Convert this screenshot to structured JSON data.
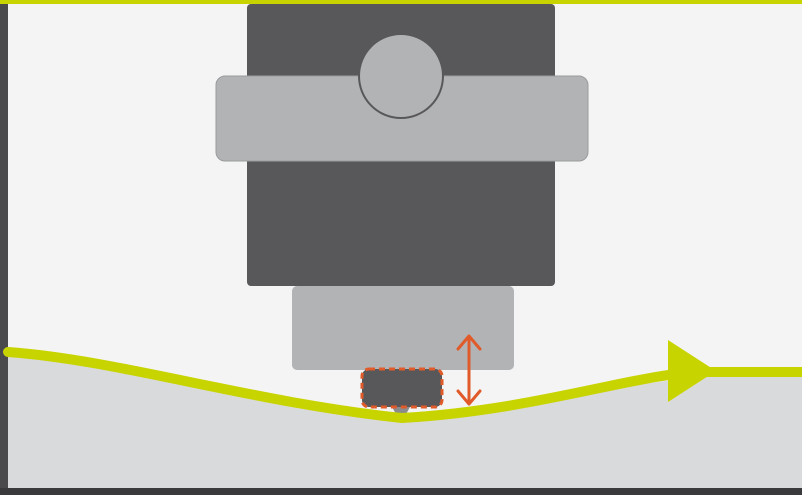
{
  "diagram": {
    "colors": {
      "background": "#f4f4f4",
      "frame_left": "#4a4a4c",
      "frame_bottom": "#3a3a3c",
      "top_accent": "#c8d400",
      "body_dark": "#58585a",
      "clamp_light": "#b2b3b5",
      "clamp_border": "#9a9b9d",
      "pin_outline": "#58585a",
      "lower_block": "#b2b3b5",
      "surface_fill": "#d9dadb",
      "path_line": "#c8d400",
      "tip_fill": "#58585a",
      "tip_outline": "#e05a2a",
      "arrow": "#e05a2a",
      "nozzle": "#8a8b8d"
    },
    "elements": {
      "head": "dark-tool-body",
      "clamp": "light-clamp-bar",
      "pin": "round-pin",
      "lower_housing": "light-lower-housing",
      "tip": "dashed-probe-tip",
      "arrow": "vertical-double-arrow",
      "path": "yellow-green-path",
      "path_arrow": "path-direction-arrowhead"
    }
  }
}
